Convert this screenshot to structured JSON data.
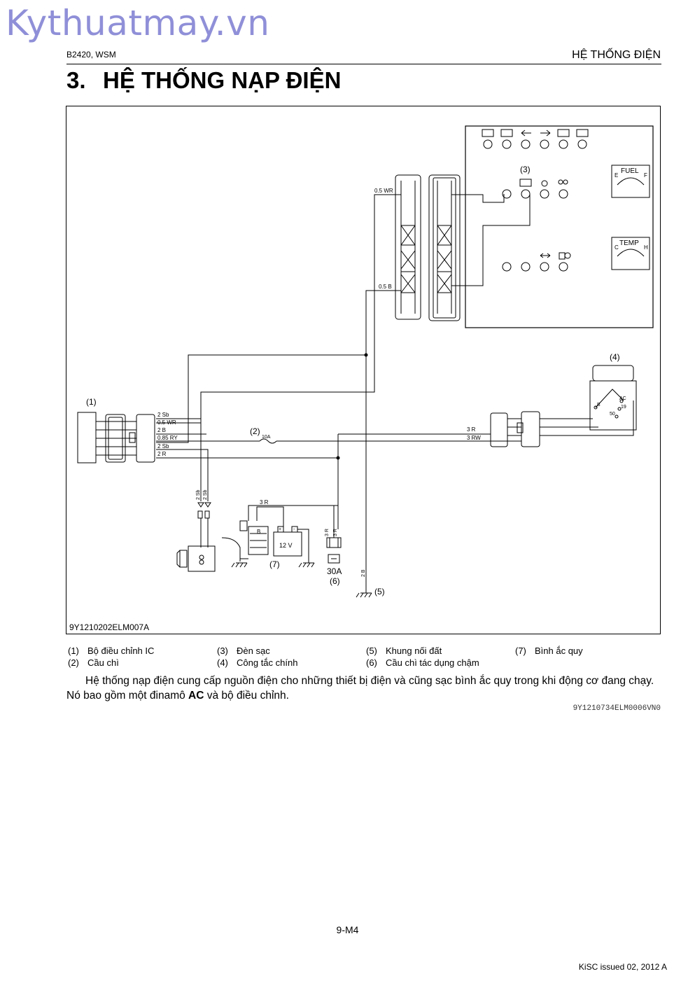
{
  "watermark": "Kythuatmay.vn",
  "header": {
    "model": "B2420, WSM",
    "section": "HỆ THỐNG ĐIỆN"
  },
  "title": {
    "number": "3.",
    "text": "HỆ THỐNG NẠP ĐIỆN"
  },
  "diagram": {
    "code": "9Y1210202ELM007A",
    "callouts": {
      "c1": "(1)",
      "c2": "(2)",
      "c3": "(3)",
      "c4": "(4)",
      "c5": "(5)",
      "c6": "(6)",
      "c7": "(7)"
    },
    "wires": {
      "w_05wr_top": "0.5 WR",
      "w_05b": "0.5 B",
      "w_2sb_a": "2 Sb",
      "w_05wr": "0.5 WR",
      "w_2b": "2 B",
      "w_085ry": "0.85 RY",
      "w_2sb_b": "2 Sb",
      "w_2r": "2 R",
      "w_3r_right": "3 R",
      "w_3rw": "3 RW",
      "w_3r_top": "3 R",
      "w_3r_v1": "3 R",
      "w_3r_v2": "3 R",
      "w_2sb_v1": "2 Sb",
      "w_2sb_v2": "2 Sb",
      "w_2b_v": "2 B"
    },
    "fuse_rating": "10A",
    "slow_fuse_rating": "30A",
    "battery_label": "12 V",
    "plus": "+",
    "minus": "-",
    "batt_term": "B",
    "gauges": {
      "fuel": {
        "label": "FUEL",
        "left": "E",
        "right": "F"
      },
      "temp": {
        "label": "TEMP",
        "left": "C",
        "right": "H"
      }
    },
    "switch": {
      "b": "B",
      "ac": "AC",
      "t19": "19",
      "t50": "50"
    }
  },
  "legend": [
    {
      "num": "(1)",
      "label": "Bộ điều chỉnh IC"
    },
    {
      "num": "(2)",
      "label": "Cầu chì"
    },
    {
      "num": "(3)",
      "label": "Đèn sạc"
    },
    {
      "num": "(4)",
      "label": "Công tắc chính"
    },
    {
      "num": "(5)",
      "label": "Khung nối đất"
    },
    {
      "num": "(6)",
      "label": "Cầu chì tác dụng chậm"
    },
    {
      "num": "(7)",
      "label": "Bình ắc quy"
    }
  ],
  "paragraph": {
    "before": "Hệ thống nạp điện cung cấp nguồn điện cho những thiết bị điện và cũng sạc bình ắc quy trong khi động cơ đang chạy. Nó bao gồm một đinamô ",
    "bold": "AC",
    "after": " và bộ điều chỉnh."
  },
  "doc_code": "9Y1210734ELM0006VN0",
  "page_number": "9-M4",
  "issued": "KiSC issued 02, 2012 A"
}
